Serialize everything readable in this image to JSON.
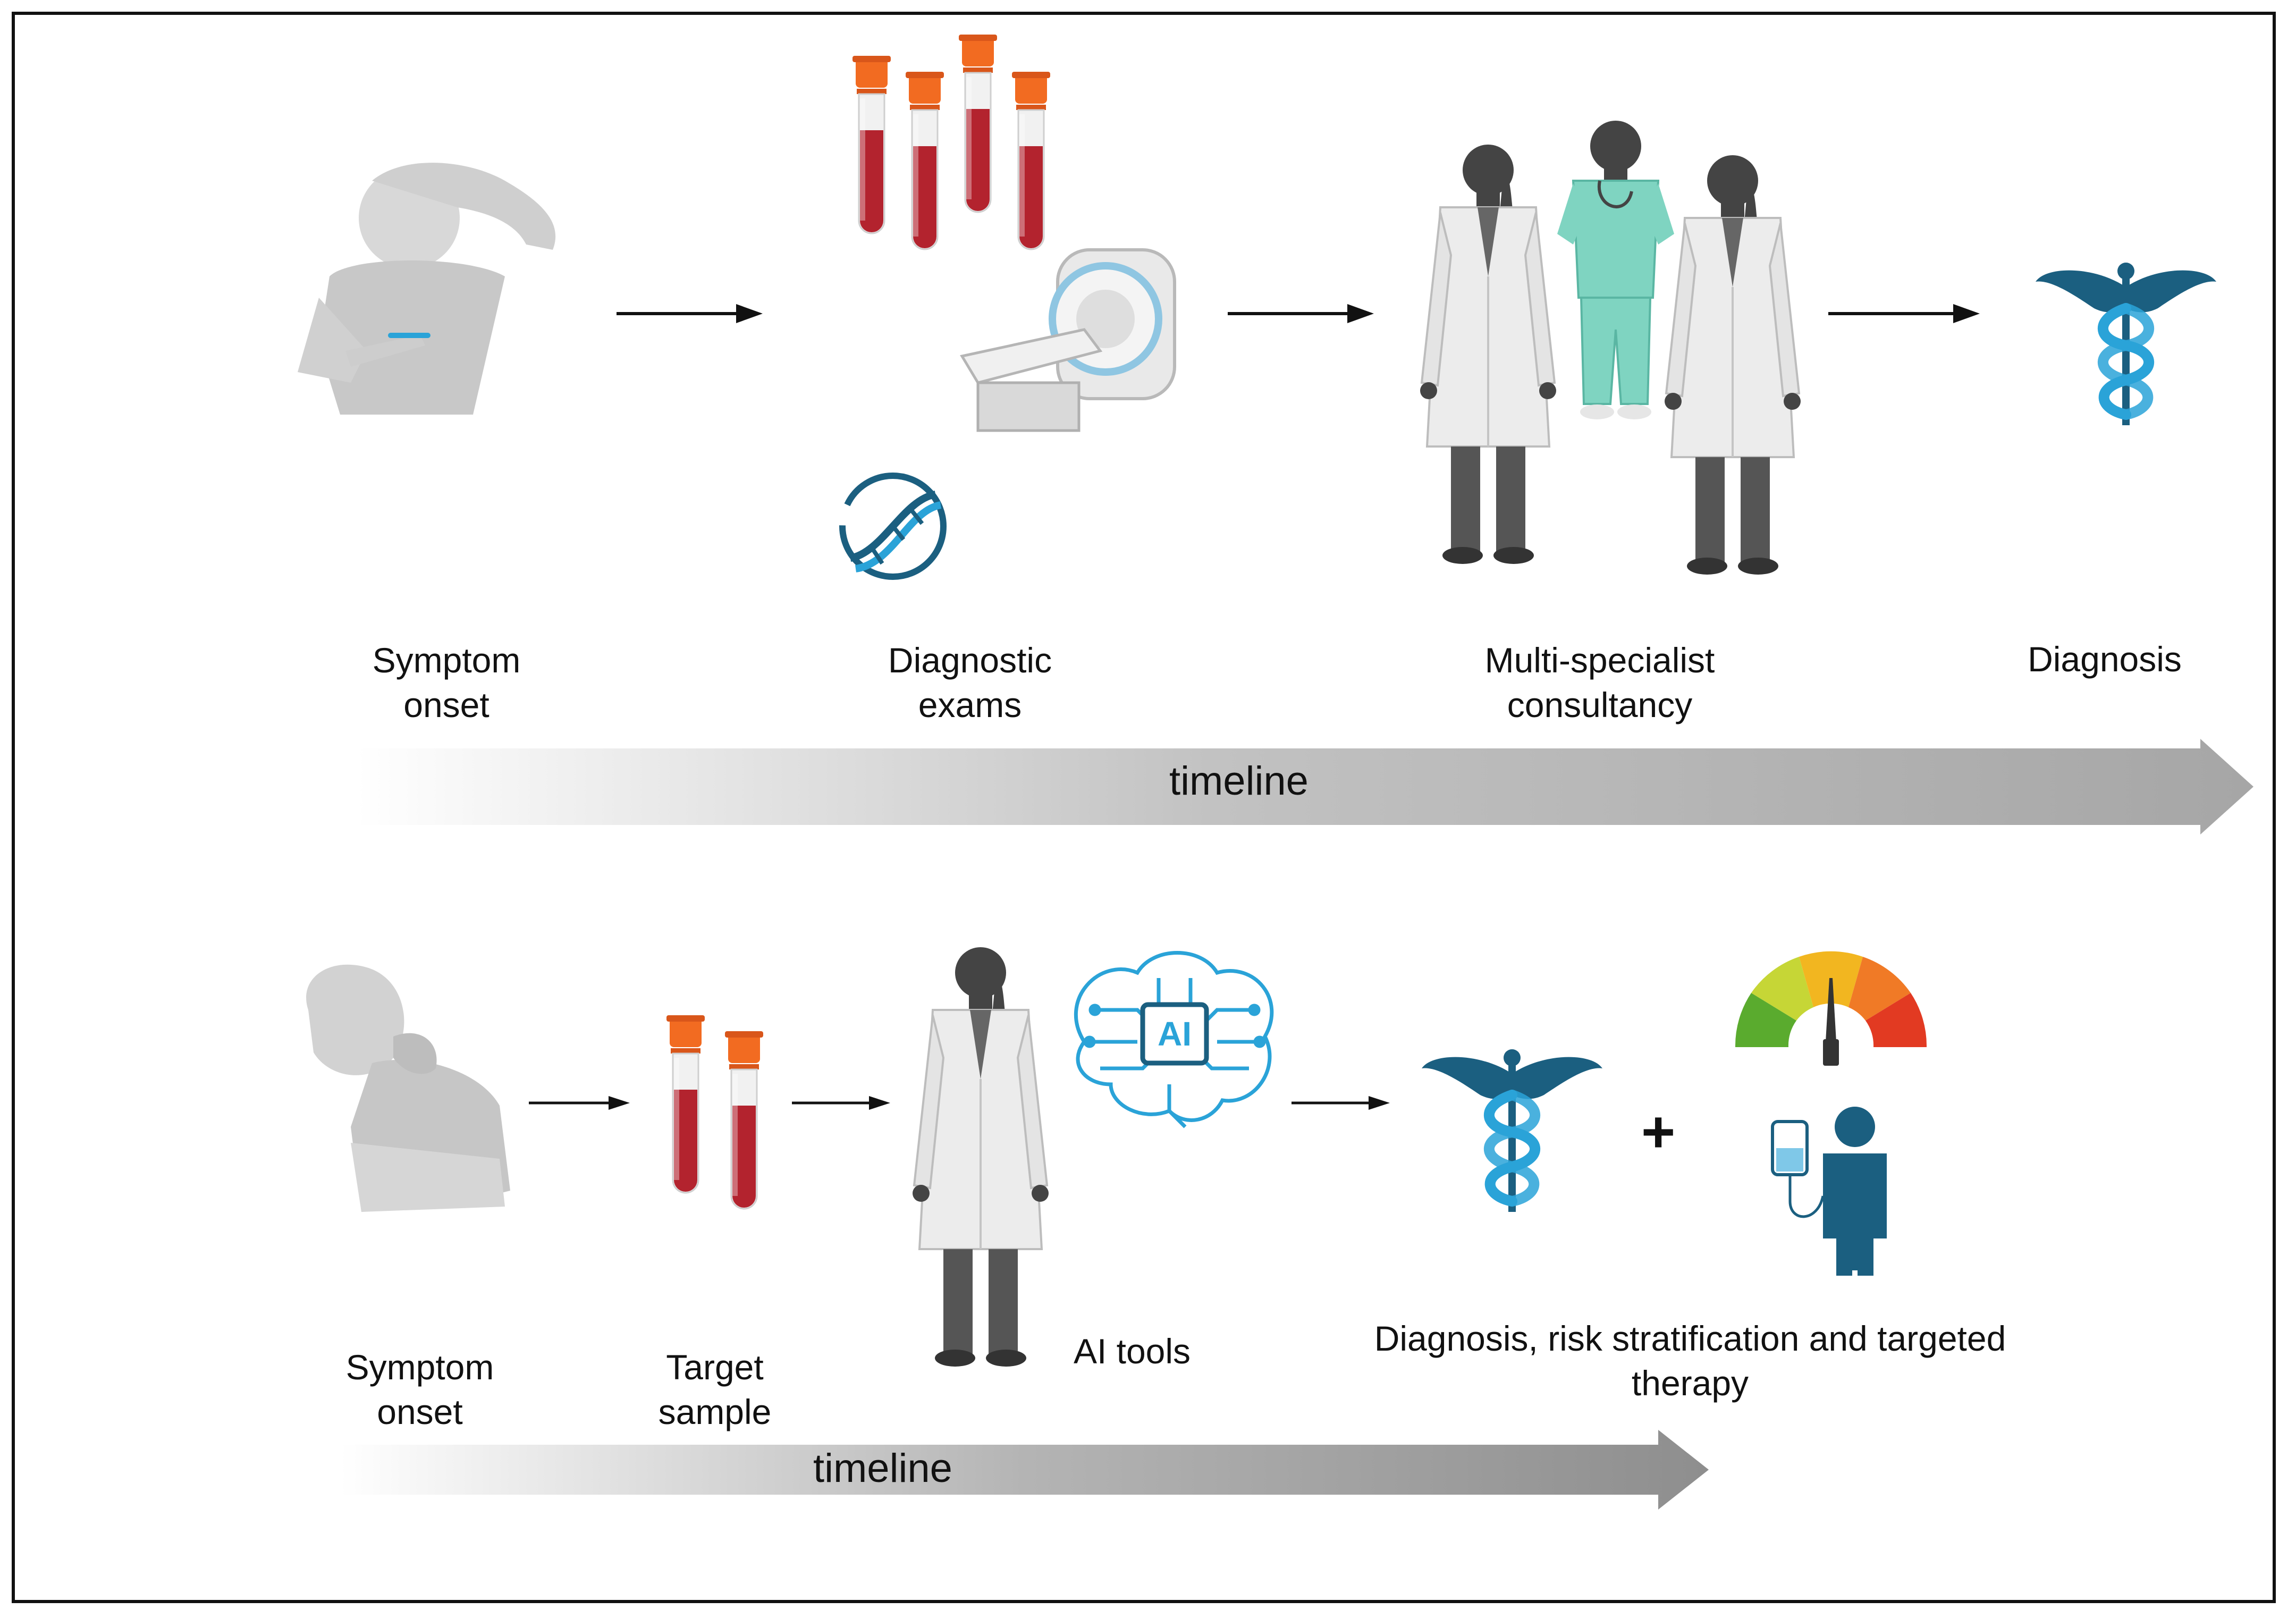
{
  "top_flow": {
    "steps": [
      {
        "line1": "Symptom",
        "line2": "onset"
      },
      {
        "line1": "Diagnostic",
        "line2": "exams"
      },
      {
        "line1": "Multi-specialist",
        "line2": "consultancy"
      },
      {
        "line1": "Diagnosis",
        "line2": ""
      }
    ],
    "timeline_label": "timeline"
  },
  "bottom_flow": {
    "steps": [
      {
        "line1": "Symptom",
        "line2": "onset"
      },
      {
        "line1": "Target",
        "line2": "sample"
      },
      {
        "line1": "AI tools",
        "line2": ""
      },
      {
        "line1": "Diagnosis, risk stratification and targeted",
        "line2": "therapy"
      }
    ],
    "ai_chip_text": "AI",
    "plus_sign": "+",
    "timeline_label": "timeline"
  },
  "colors": {
    "tube_cap": "#f26b21",
    "tube_blood": "#b3232e",
    "caduceus_dark": "#1b5f80",
    "caduceus_light": "#2aa3d8",
    "scrubs": "#7fd4c1",
    "figure_dark": "#444444",
    "coat": "#eeeeee",
    "gauge": [
      "#5aab2e",
      "#c6d636",
      "#f2b620",
      "#f07a26",
      "#e23a22"
    ],
    "timeline_arrow": "#a8a8a8"
  }
}
